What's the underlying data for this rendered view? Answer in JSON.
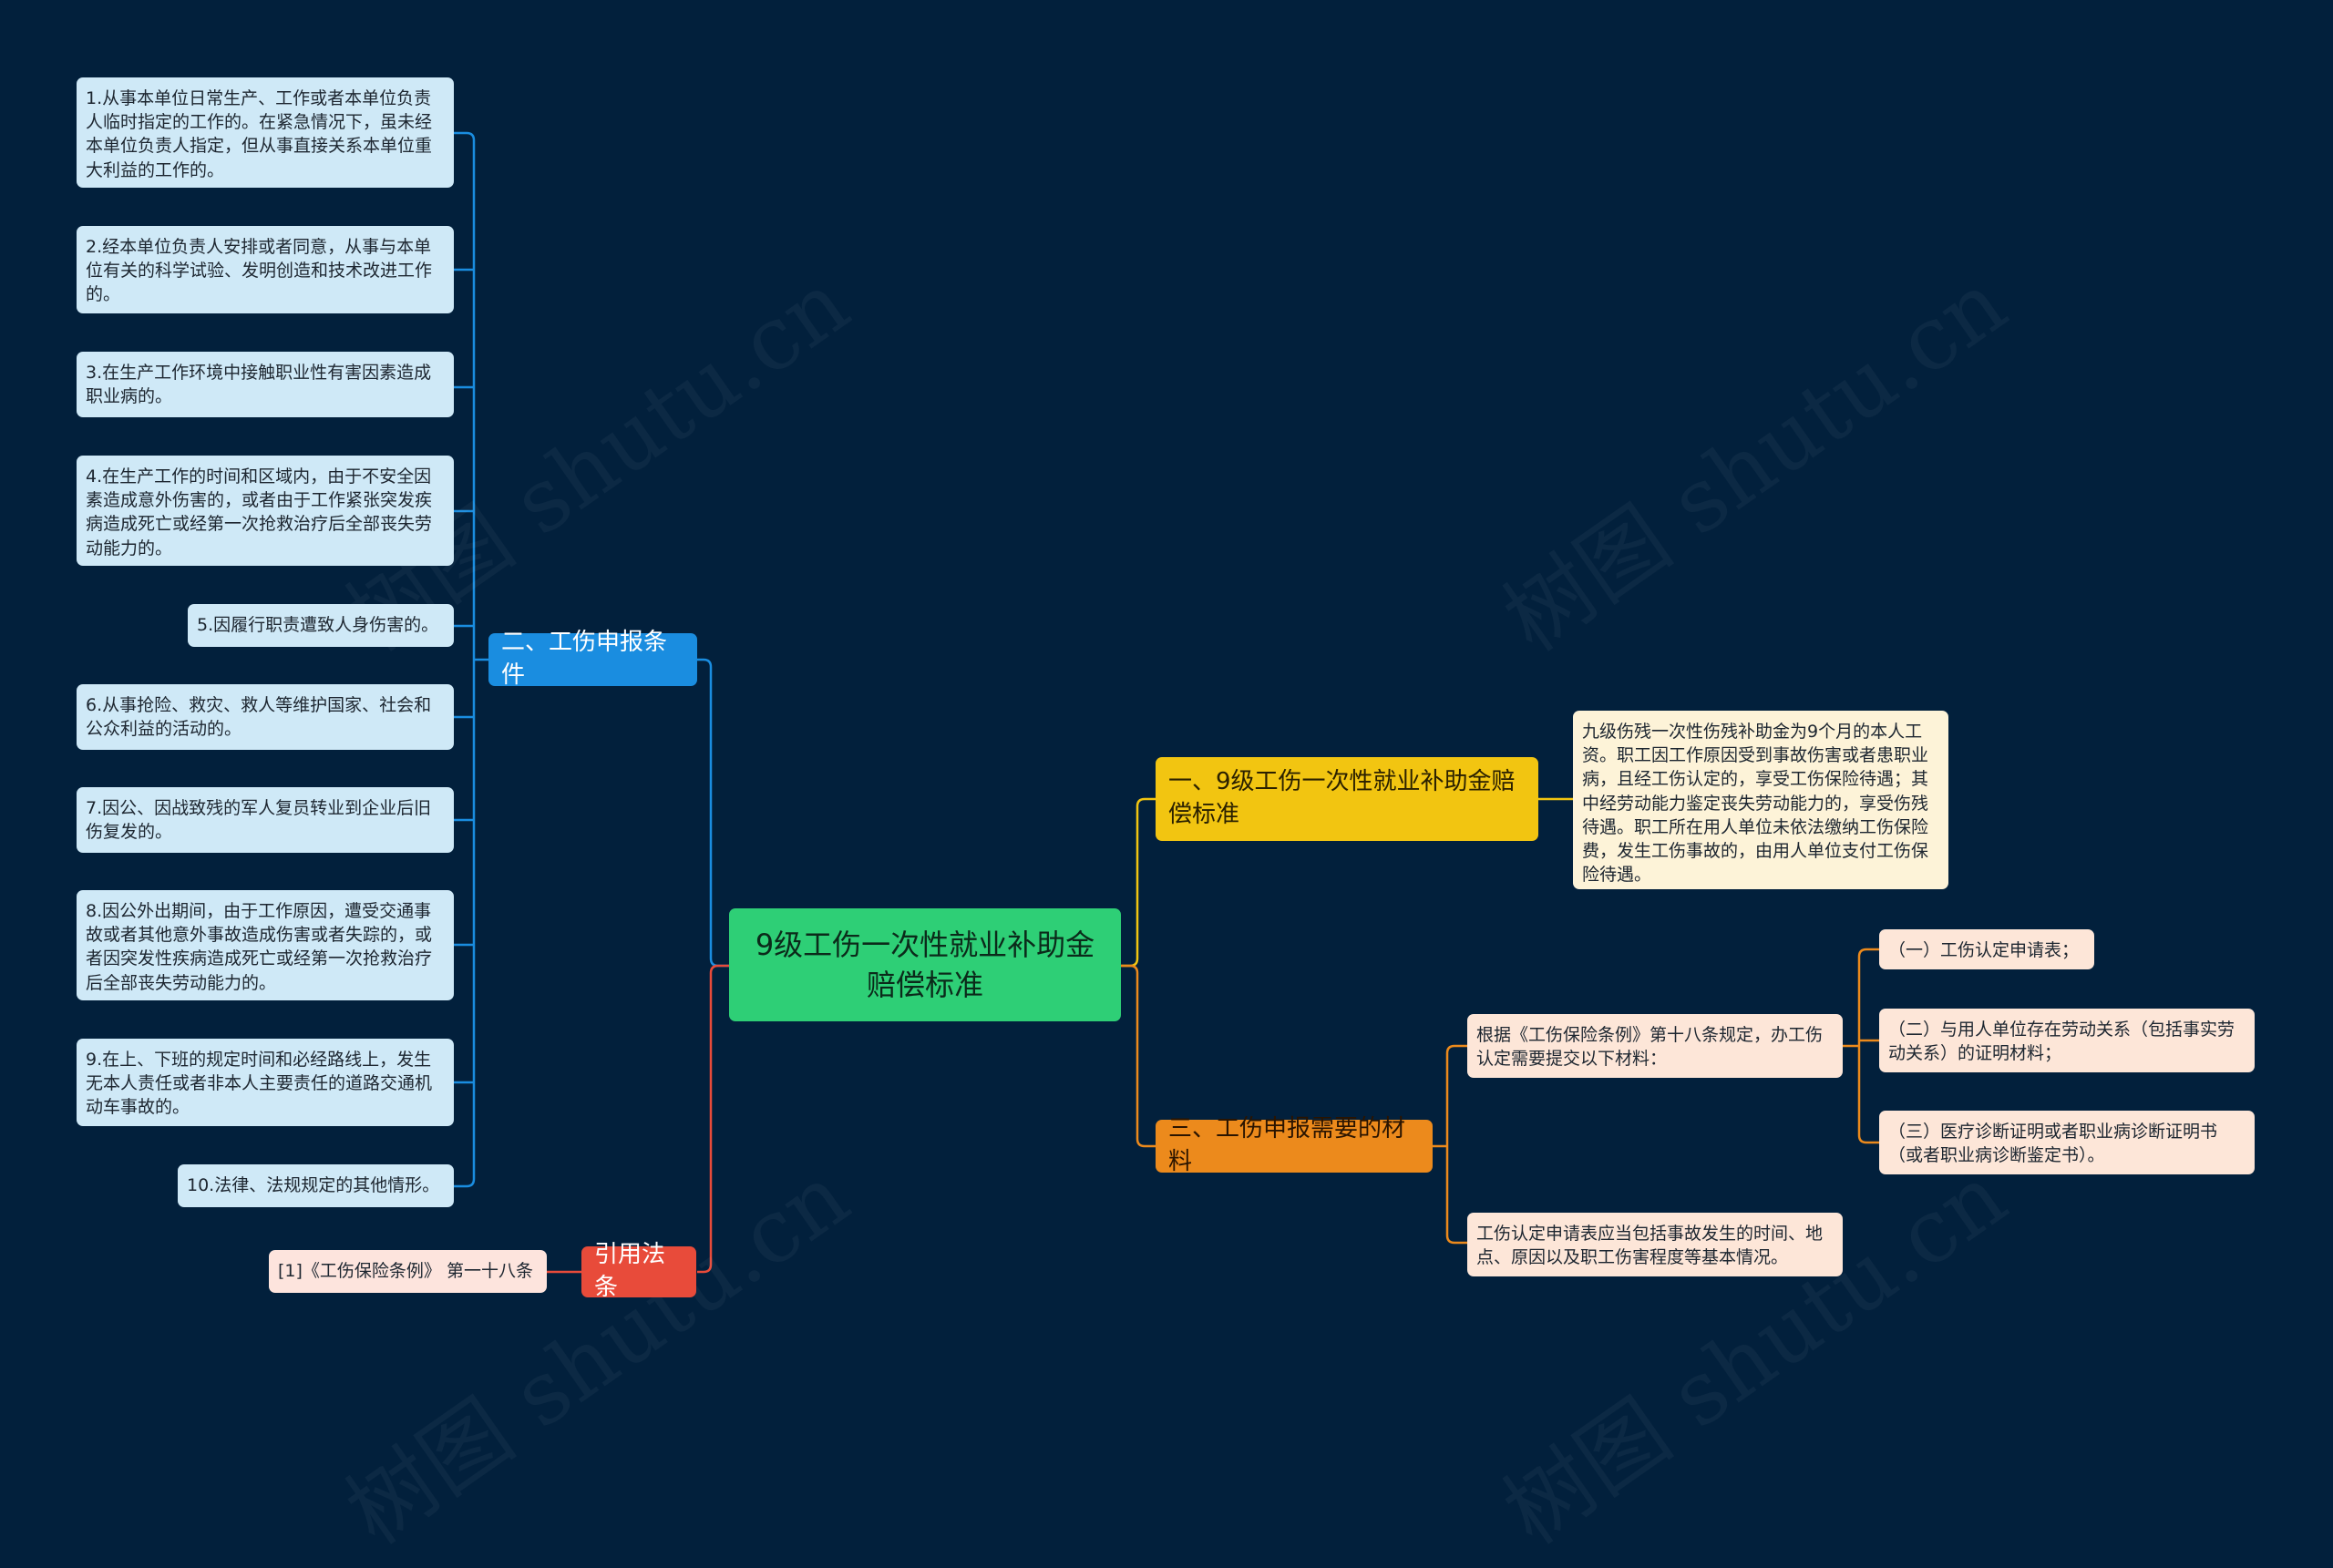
{
  "root": {
    "label": "9级工伤一次性就业补助金赔偿标准"
  },
  "branches": {
    "conditions": {
      "label": "二、工伤申报条件",
      "items": [
        "1.从事本单位日常生产、工作或者本单位负责人临时指定的工作的。在紧急情况下，虽未经本单位负责人指定，但从事直接关系本单位重大利益的工作的。",
        "2.经本单位负责人安排或者同意，从事与本单位有关的科学试验、发明创造和技术改进工作的。",
        "3.在生产工作环境中接触职业性有害因素造成职业病的。",
        "4.在生产工作的时间和区域内，由于不安全因素造成意外伤害的，或者由于工作紧张突发疾病造成死亡或经第一次抢救治疗后全部丧失劳动能力的。",
        "5.因履行职责遭致人身伤害的。",
        "6.从事抢险、救灾、救人等维护国家、社会和公众利益的活动的。",
        "7.因公、因战致残的军人复员转业到企业后旧伤复发的。",
        "8.因公外出期间，由于工作原因，遭受交通事故或者其他意外事故造成伤害或者失踪的，或者因突发性疾病造成死亡或经第一次抢救治疗后全部丧失劳动能力的。",
        "9.在上、下班的规定时间和必经路线上，发生无本人责任或者非本人主要责任的道路交通机动车事故的。",
        "10.法律、法规规定的其他情形。"
      ]
    },
    "law": {
      "label": "引用法条",
      "items": [
        "[1]《工伤保险条例》 第一十八条"
      ]
    },
    "standard": {
      "label": "一、9级工伤一次性就业补助金赔偿标准",
      "detail": "九级伤残一次性伤残补助金为9个月的本人工资。职工因工作原因受到事故伤害或者患职业病，且经工伤认定的，享受工伤保险待遇；其中经劳动能力鉴定丧失劳动能力的，享受伤残待遇。职工所在用人单位未依法缴纳工伤保险费，发生工伤事故的，由用人单位支付工伤保险待遇。"
    },
    "materials": {
      "label": "三、工伤申报需要的材料",
      "intro": "根据《工伤保险条例》第十八条规定，办工伤认定需要提交以下材料：",
      "items": [
        "（一）工伤认定申请表；",
        "（二）与用人单位存在劳动关系（包括事实劳动关系）的证明材料；",
        "（三）医疗诊断证明或者职业病诊断证明书（或者职业病诊断鉴定书）。"
      ],
      "note": "工伤认定申请表应当包括事故发生的时间、地点、原因以及职工伤害程度等基本情况。"
    }
  },
  "watermark": "树图 shutu.cn",
  "colors": {
    "background": "#02203c",
    "root": "#2ecf76",
    "blue": "#1a8de0",
    "red": "#e84b3a",
    "yellow": "#f2c511",
    "orange": "#ec8a1c"
  }
}
